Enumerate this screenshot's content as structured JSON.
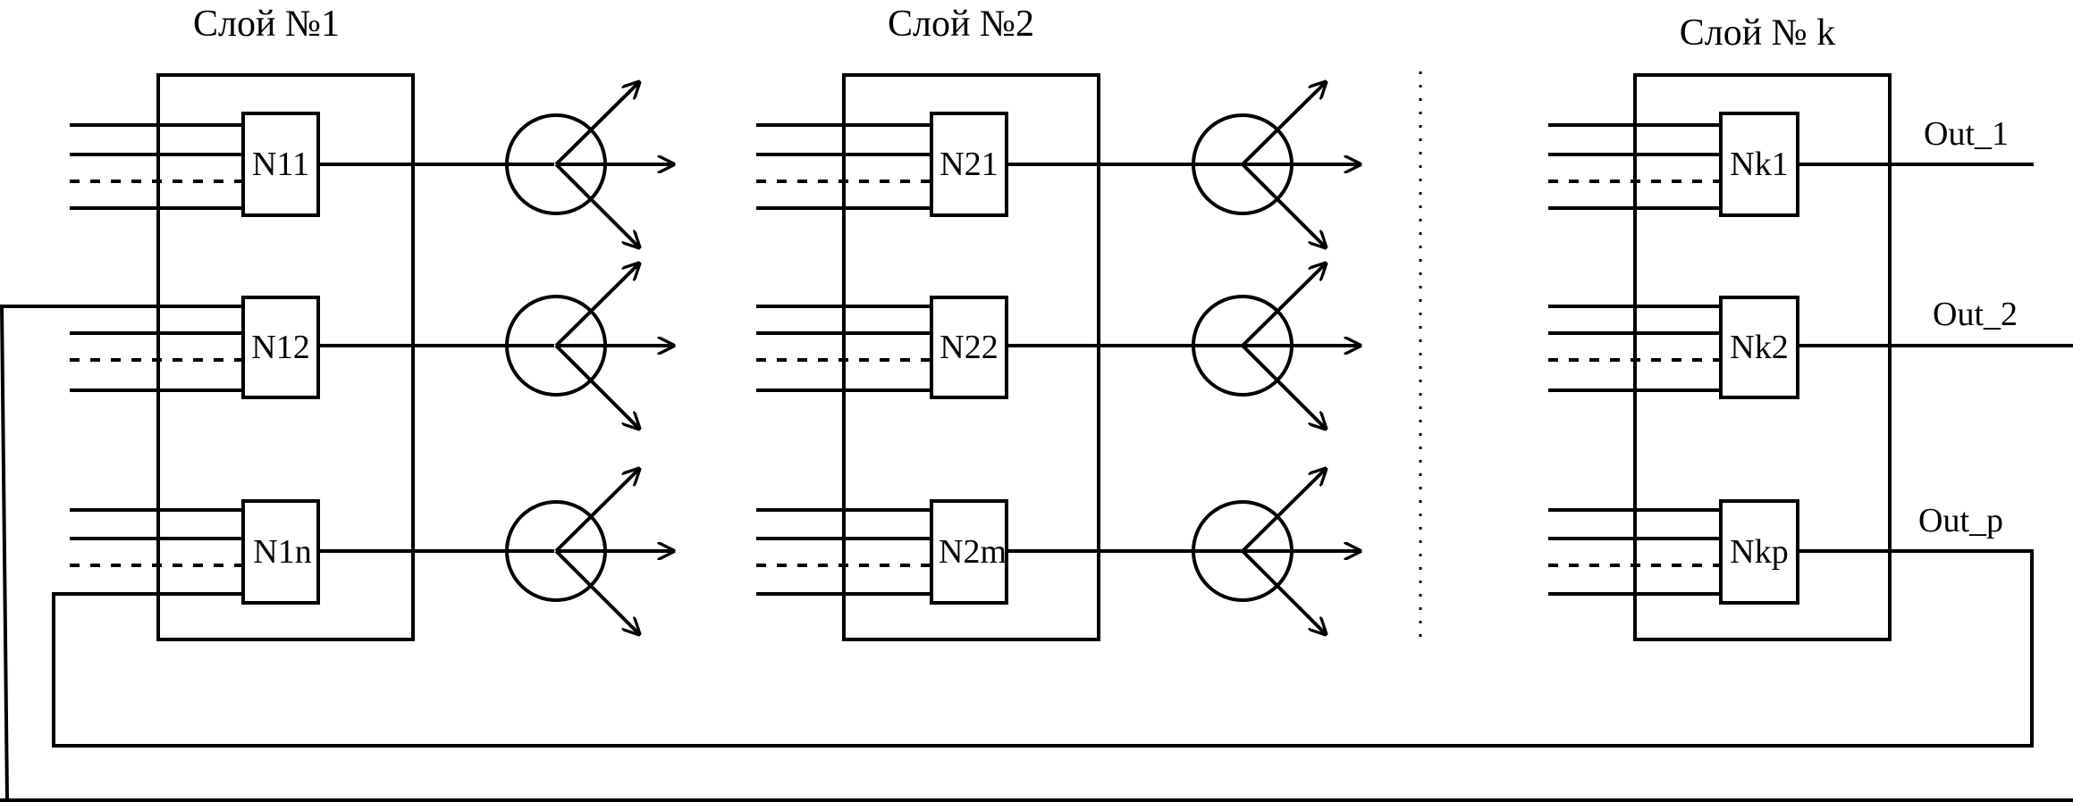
{
  "layers": [
    {
      "title": "Слой №1",
      "neurons": [
        "N11",
        "N12",
        "N1n"
      ]
    },
    {
      "title": "Слой №2",
      "neurons": [
        "N21",
        "N22",
        "N2m"
      ]
    },
    {
      "title": "Слой № k",
      "neurons": [
        "Nk1",
        "Nk2",
        "Nkp"
      ]
    }
  ],
  "outputs": [
    "Out_1",
    "Out_2",
    "Out_p"
  ],
  "colors": {
    "line": "#000000",
    "background": "#ffffff"
  }
}
